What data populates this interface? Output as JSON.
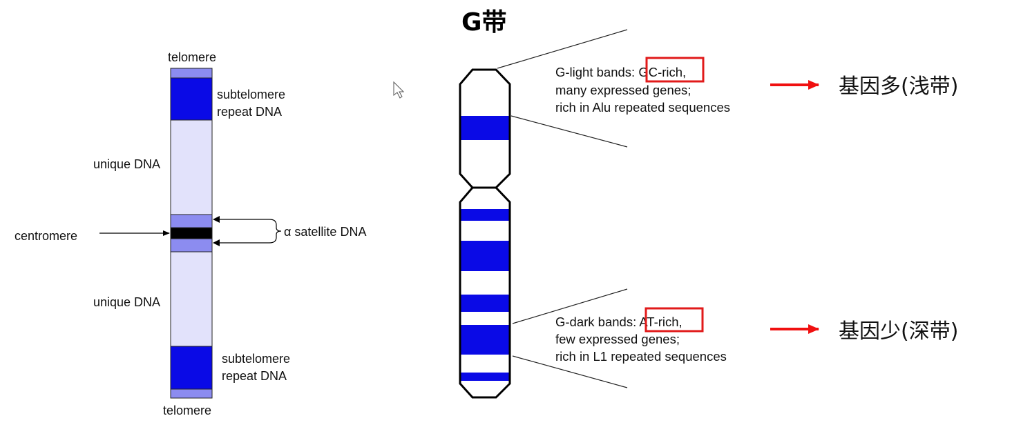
{
  "colors": {
    "dark_blue": "#0a0ae6",
    "light_lavender": "#e2e2fb",
    "medium_purple": "#8c8cf0",
    "centromere_black": "#000000",
    "highlight_red": "#e11a1a",
    "arrow_red": "#f01010"
  },
  "left_diagram": {
    "telomere_top": "telomere",
    "telomere_bottom": "telomere",
    "subtelomere_top_line1": "subtelomere",
    "subtelomere_top_line2": "repeat DNA",
    "subtelomere_bottom_line1": "subtelomere",
    "subtelomere_bottom_line2": "repeat DNA",
    "unique_top": "unique DNA",
    "unique_bottom": "unique DNA",
    "centromere": "centromere",
    "alpha_satellite": "α satellite DNA"
  },
  "right_diagram": {
    "title": "G带",
    "light_bands_prefix": "G-light bands: ",
    "light_bands_highlight": "GC-rich,",
    "light_bands_line2": "many expressed genes;",
    "light_bands_line3": "rich in Alu repeated sequences",
    "dark_bands_prefix": "G-dark bands: ",
    "dark_bands_highlight": "AT-rich,",
    "dark_bands_line2": "few expressed genes;",
    "dark_bands_line3": "rich in L1 repeated sequences",
    "light_result": "基因多(浅带)",
    "dark_result": "基因少(深带)"
  }
}
